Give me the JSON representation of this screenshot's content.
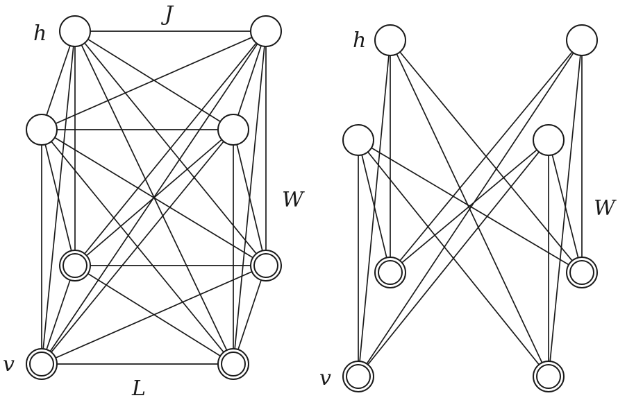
{
  "diagrams": [
    {
      "id": "left",
      "labels": {
        "hidden": "h",
        "visible": "v",
        "hidden_hidden": "J",
        "visible_visible": "L",
        "hidden_visible": "W"
      },
      "nodes": [
        {
          "id": "h1",
          "kind": "hidden"
        },
        {
          "id": "h2",
          "kind": "hidden"
        },
        {
          "id": "h3",
          "kind": "hidden"
        },
        {
          "id": "h4",
          "kind": "hidden"
        },
        {
          "id": "v1",
          "kind": "visible"
        },
        {
          "id": "v2",
          "kind": "visible"
        },
        {
          "id": "v3",
          "kind": "visible"
        },
        {
          "id": "v4",
          "kind": "visible"
        }
      ],
      "edges": [
        [
          "h1",
          "h2"
        ],
        [
          "h3",
          "h4"
        ],
        [
          "v1",
          "v2"
        ],
        [
          "v3",
          "v4"
        ],
        [
          "h1",
          "h3"
        ],
        [
          "h2",
          "h4"
        ],
        [
          "v1",
          "v3"
        ],
        [
          "v2",
          "v4"
        ],
        [
          "h1",
          "v1"
        ],
        [
          "h1",
          "v2"
        ],
        [
          "h1",
          "v3"
        ],
        [
          "h1",
          "v4"
        ],
        [
          "h2",
          "v1"
        ],
        [
          "h2",
          "v2"
        ],
        [
          "h2",
          "v3"
        ],
        [
          "h2",
          "v4"
        ],
        [
          "h3",
          "v1"
        ],
        [
          "h3",
          "v2"
        ],
        [
          "h3",
          "v3"
        ],
        [
          "h3",
          "v4"
        ],
        [
          "h4",
          "v1"
        ],
        [
          "h4",
          "v2"
        ],
        [
          "h4",
          "v3"
        ],
        [
          "h4",
          "v4"
        ],
        [
          "h1",
          "h4"
        ],
        [
          "h2",
          "h3"
        ],
        [
          "v1",
          "v4"
        ],
        [
          "v2",
          "v3"
        ]
      ]
    },
    {
      "id": "right",
      "labels": {
        "hidden": "h",
        "visible": "v",
        "hidden_visible": "W"
      },
      "nodes": [
        {
          "id": "h1",
          "kind": "hidden"
        },
        {
          "id": "h2",
          "kind": "hidden"
        },
        {
          "id": "h3",
          "kind": "hidden"
        },
        {
          "id": "h4",
          "kind": "hidden"
        },
        {
          "id": "v1",
          "kind": "visible"
        },
        {
          "id": "v2",
          "kind": "visible"
        },
        {
          "id": "v3",
          "kind": "visible"
        },
        {
          "id": "v4",
          "kind": "visible"
        }
      ],
      "edges": [
        [
          "h1",
          "v1"
        ],
        [
          "h1",
          "v2"
        ],
        [
          "h1",
          "v3"
        ],
        [
          "h1",
          "v4"
        ],
        [
          "h2",
          "v1"
        ],
        [
          "h2",
          "v2"
        ],
        [
          "h2",
          "v3"
        ],
        [
          "h2",
          "v4"
        ],
        [
          "h3",
          "v1"
        ],
        [
          "h3",
          "v2"
        ],
        [
          "h3",
          "v3"
        ],
        [
          "h3",
          "v4"
        ],
        [
          "h4",
          "v1"
        ],
        [
          "h4",
          "v2"
        ],
        [
          "h4",
          "v3"
        ],
        [
          "h4",
          "v4"
        ]
      ]
    }
  ]
}
